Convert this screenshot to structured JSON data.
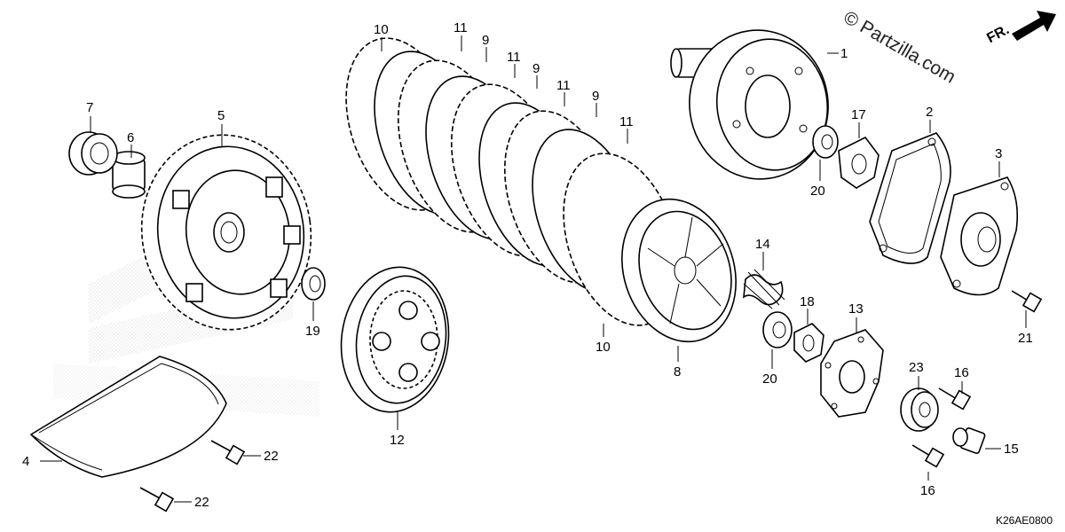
{
  "watermark": {
    "text": "© Partzilla.com"
  },
  "direction": {
    "label": "FR."
  },
  "diagram_code": "K26AE0800",
  "parts": [
    {
      "id": "p1",
      "label": "1"
    },
    {
      "id": "p2",
      "label": "2"
    },
    {
      "id": "p3",
      "label": "3"
    },
    {
      "id": "p4",
      "label": "4"
    },
    {
      "id": "p5",
      "label": "5"
    },
    {
      "id": "p6",
      "label": "6"
    },
    {
      "id": "p7",
      "label": "7"
    },
    {
      "id": "p8",
      "label": "8"
    },
    {
      "id": "p9a",
      "label": "9"
    },
    {
      "id": "p9b",
      "label": "9"
    },
    {
      "id": "p9c",
      "label": "9"
    },
    {
      "id": "p10a",
      "label": "10"
    },
    {
      "id": "p10b",
      "label": "10"
    },
    {
      "id": "p11a",
      "label": "11"
    },
    {
      "id": "p11b",
      "label": "11"
    },
    {
      "id": "p11c",
      "label": "11"
    },
    {
      "id": "p11d",
      "label": "11"
    },
    {
      "id": "p12",
      "label": "12"
    },
    {
      "id": "p13",
      "label": "13"
    },
    {
      "id": "p14",
      "label": "14"
    },
    {
      "id": "p15",
      "label": "15"
    },
    {
      "id": "p16a",
      "label": "16"
    },
    {
      "id": "p16b",
      "label": "16"
    },
    {
      "id": "p17",
      "label": "17"
    },
    {
      "id": "p18",
      "label": "18"
    },
    {
      "id": "p19",
      "label": "19"
    },
    {
      "id": "p20a",
      "label": "20"
    },
    {
      "id": "p20b",
      "label": "20"
    },
    {
      "id": "p21",
      "label": "21"
    },
    {
      "id": "p22a",
      "label": "22"
    },
    {
      "id": "p22b",
      "label": "22"
    },
    {
      "id": "p23",
      "label": "23"
    }
  ]
}
